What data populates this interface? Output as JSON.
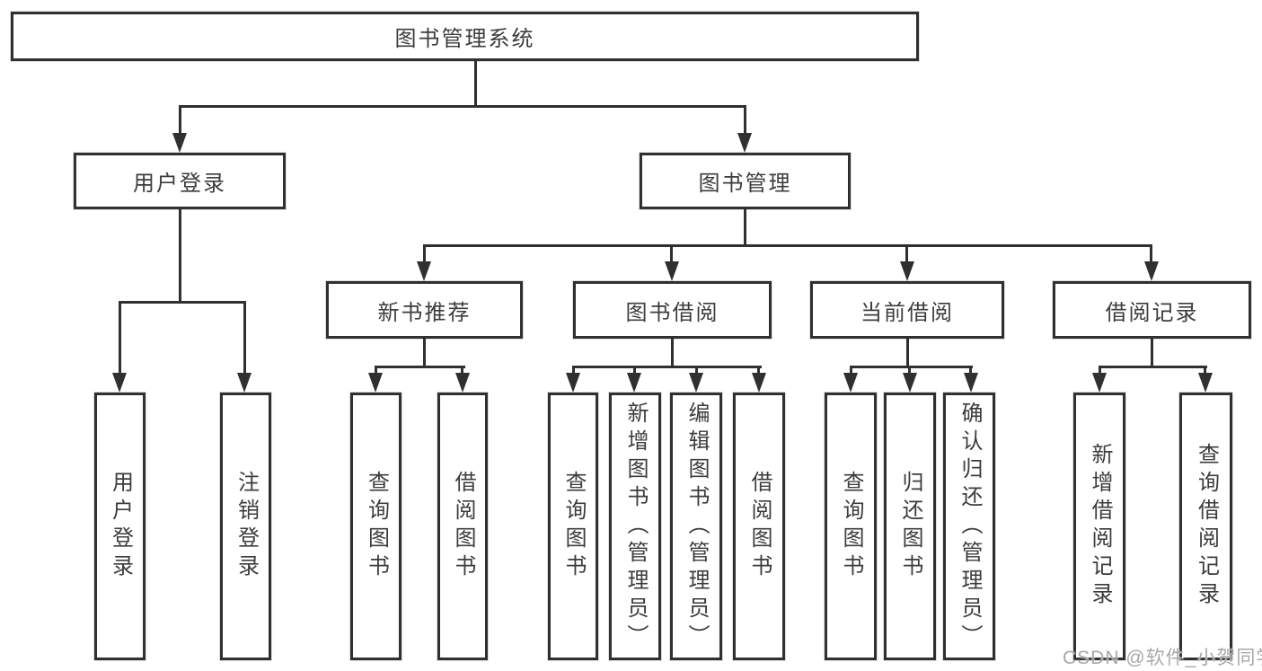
{
  "diagram": {
    "root": {
      "label": "图书管理系统"
    },
    "level1": [
      {
        "label": "用户登录"
      },
      {
        "label": "图书管理"
      }
    ],
    "level2": [
      {
        "label": "新书推荐"
      },
      {
        "label": "图书借阅"
      },
      {
        "label": "当前借阅"
      },
      {
        "label": "借阅记录"
      }
    ],
    "leaves": [
      {
        "label": "用户登录"
      },
      {
        "label": "注销登录"
      },
      {
        "label": "查询图书"
      },
      {
        "label": "借阅图书"
      },
      {
        "label": "查询图书"
      },
      {
        "label": "新增图书（管理员）"
      },
      {
        "label": "编辑图书（管理员）"
      },
      {
        "label": "借阅图书"
      },
      {
        "label": "查询图书"
      },
      {
        "label": "归还图书"
      },
      {
        "label": "确认归还（管理员）"
      },
      {
        "label": "新增借阅记录"
      },
      {
        "label": "查询借阅记录"
      }
    ]
  },
  "watermark": {
    "text": "CSDN @软件_小贺同学"
  },
  "colors": {
    "line": "#303030",
    "text": "#3c3c3c",
    "watermark": "#a8a8a8",
    "background": "#ffffff"
  }
}
